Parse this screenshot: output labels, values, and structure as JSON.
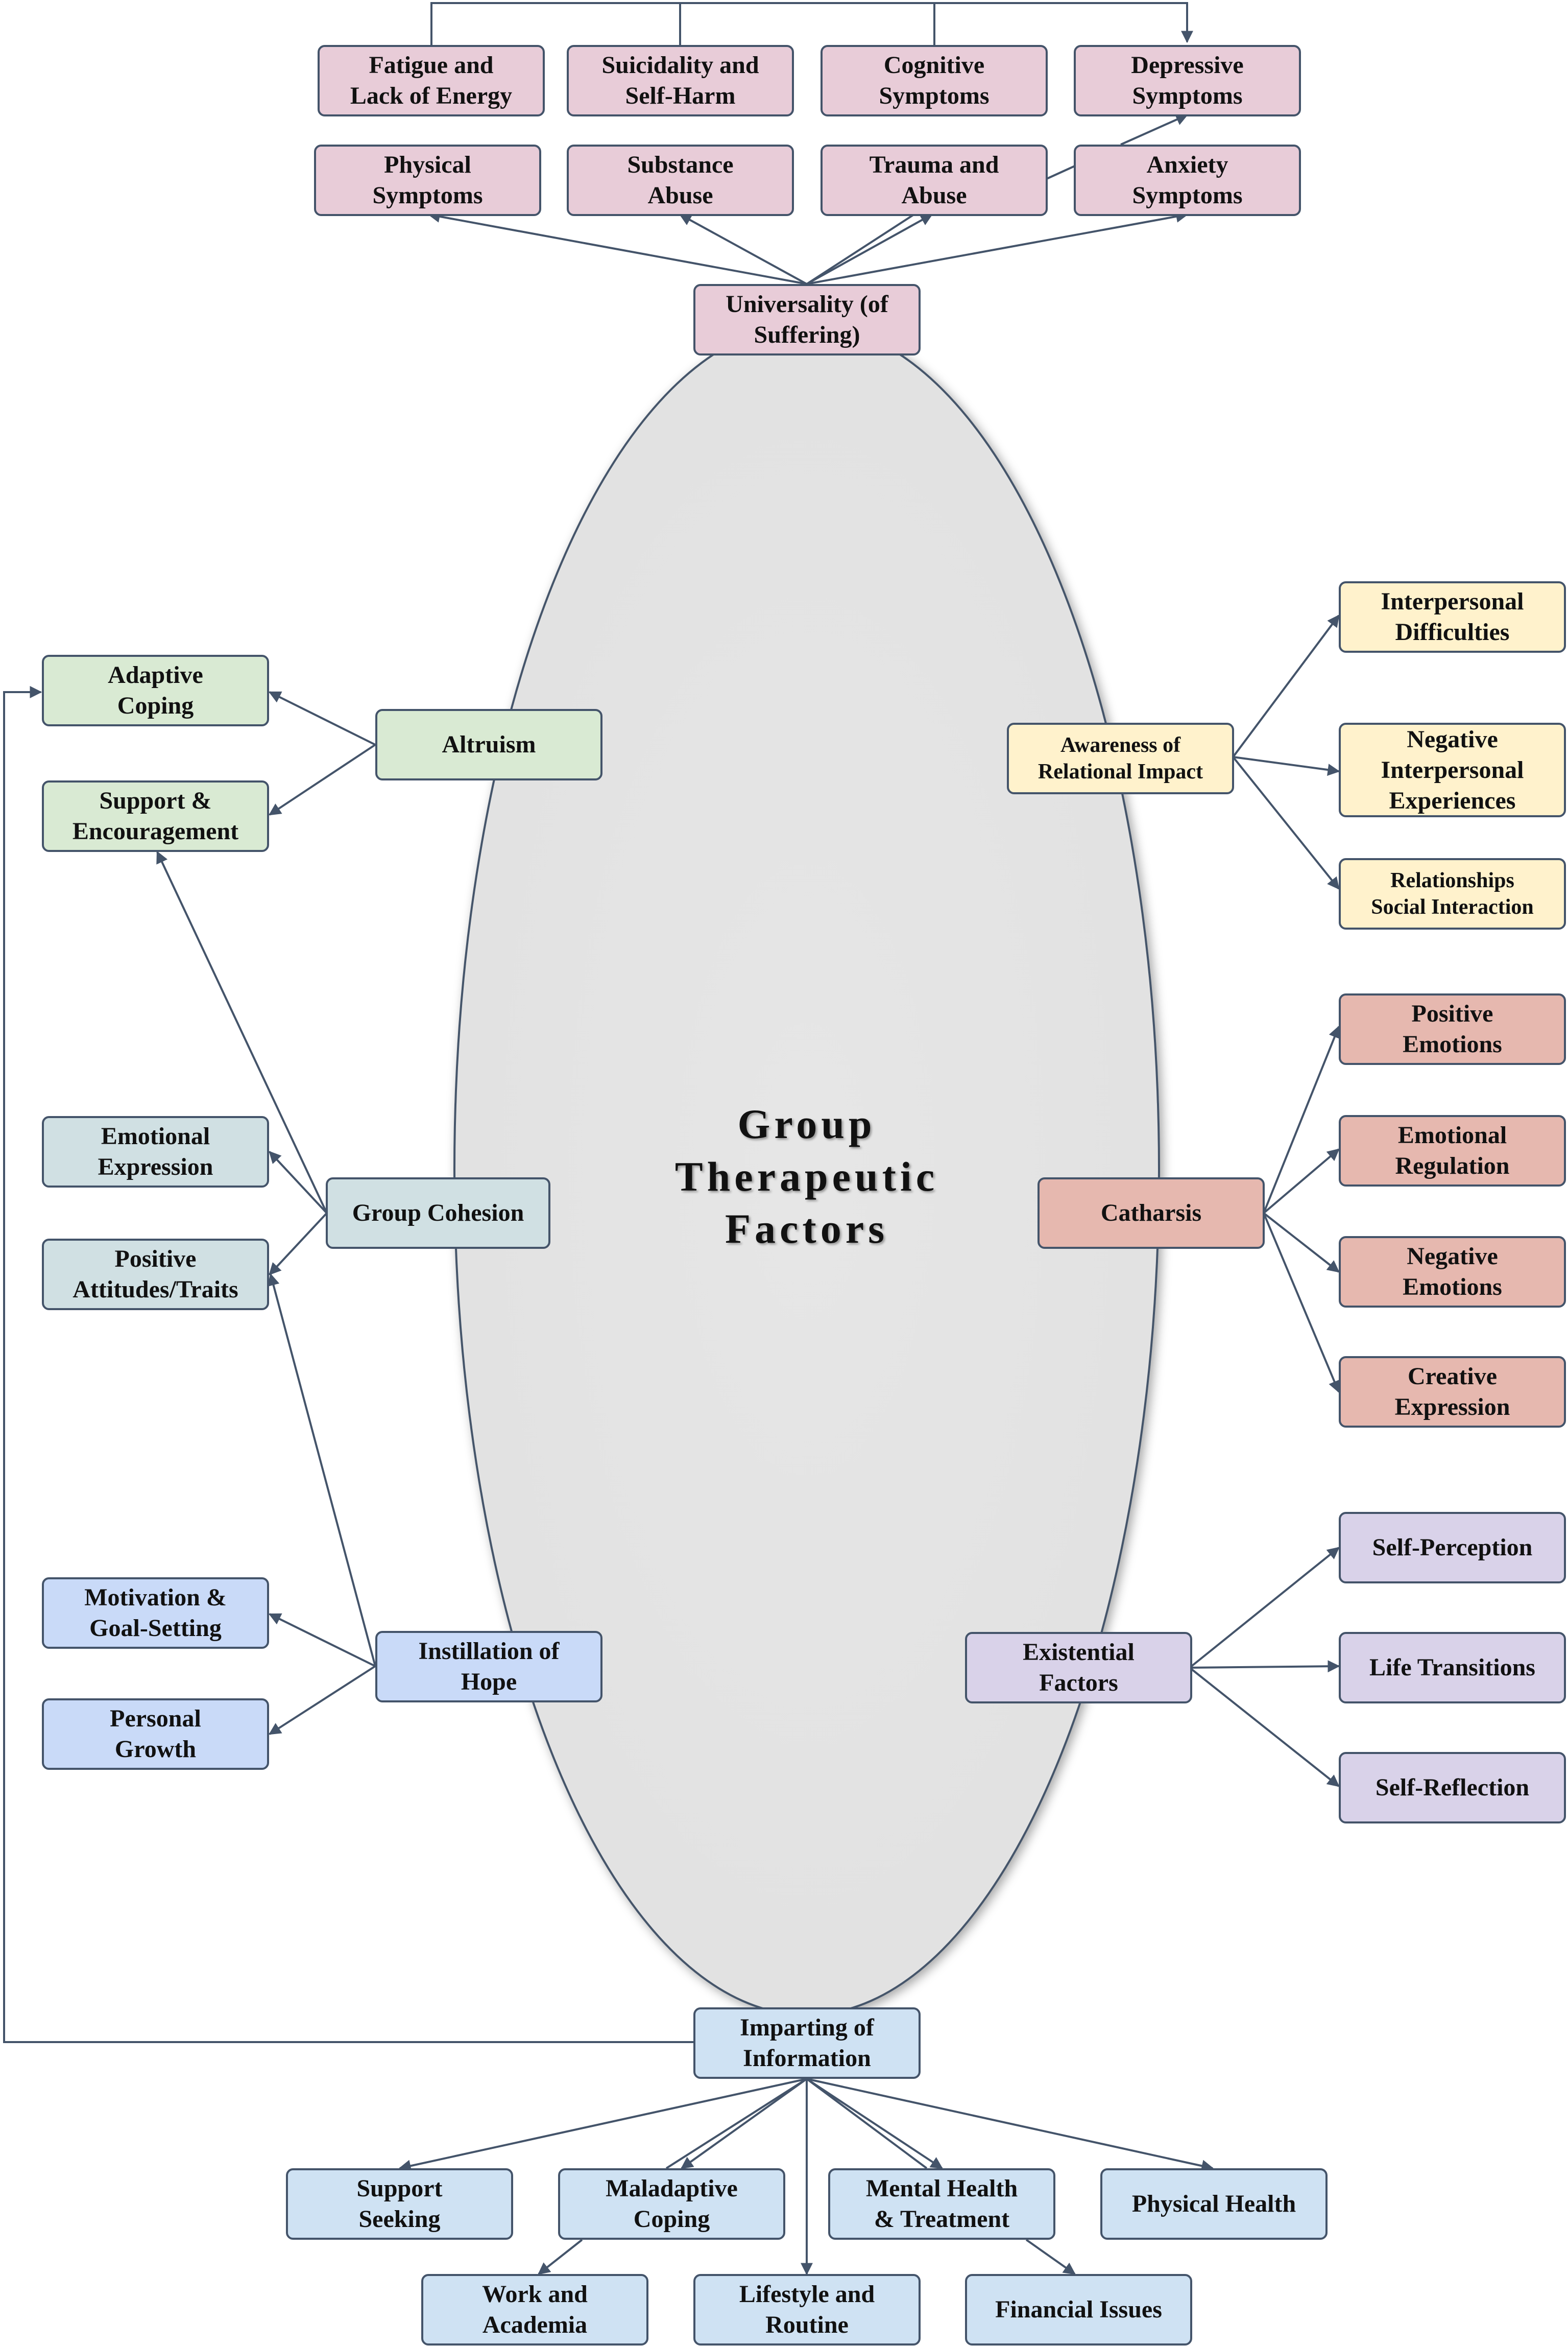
{
  "title": "Group\nTherapeutic\nFactors",
  "colors": {
    "universality": "#e8ccd8",
    "altruism": "#d9ead3",
    "cohesion": "#d0e0e3",
    "hope": "#c9daf8",
    "information": "#cfe2f3",
    "relational": "#fff2cc",
    "catharsis": "#e6b8af",
    "existential": "#d9d2e9",
    "line": "#44546a",
    "ellipse": "#e5e5e5"
  },
  "nodes": {
    "universality": "Universality (of\nSuffering)",
    "fatigue": "Fatigue and\nLack of Energy",
    "suicidality": "Suicidality and\nSelf-Harm",
    "cognitive": "Cognitive\nSymptoms",
    "depressive": "Depressive\nSymptoms",
    "physical_symptoms": "Physical\nSymptoms",
    "substance": "Substance\nAbuse",
    "trauma": "Trauma and\nAbuse",
    "anxiety": "Anxiety\nSymptoms",
    "altruism": "Altruism",
    "adaptive_coping": "Adaptive\nCoping",
    "support_encouragement": "Support &\nEncouragement",
    "group_cohesion": "Group Cohesion",
    "emotional_expression": "Emotional\nExpression",
    "positive_attitudes": "Positive\nAttitudes/Traits",
    "instillation_hope": "Instillation of\nHope",
    "motivation": "Motivation &\nGoal-Setting",
    "personal_growth": "Personal\nGrowth",
    "awareness": "Awareness of\nRelational Impact",
    "interpersonal_difficulties": "Interpersonal\nDifficulties",
    "negative_interpersonal": "Negative\nInterpersonal\nExperiences",
    "relationships": "Relationships\nSocial Interaction",
    "catharsis": "Catharsis",
    "positive_emotions": "Positive\nEmotions",
    "emotional_regulation": "Emotional\nRegulation",
    "negative_emotions": "Negative\nEmotions",
    "creative_expression": "Creative\nExpression",
    "existential": "Existential\nFactors",
    "self_perception": "Self-Perception",
    "life_transitions": "Life Transitions",
    "self_reflection": "Self-Reflection",
    "imparting": "Imparting of\nInformation",
    "support_seeking": "Support\nSeeking",
    "maladaptive": "Maladaptive\nCoping",
    "mental_health": "Mental Health\n& Treatment",
    "physical_health": "Physical Health",
    "work_academia": "Work and\nAcademia",
    "lifestyle": "Lifestyle and\nRoutine",
    "financial": "Financial Issues"
  }
}
